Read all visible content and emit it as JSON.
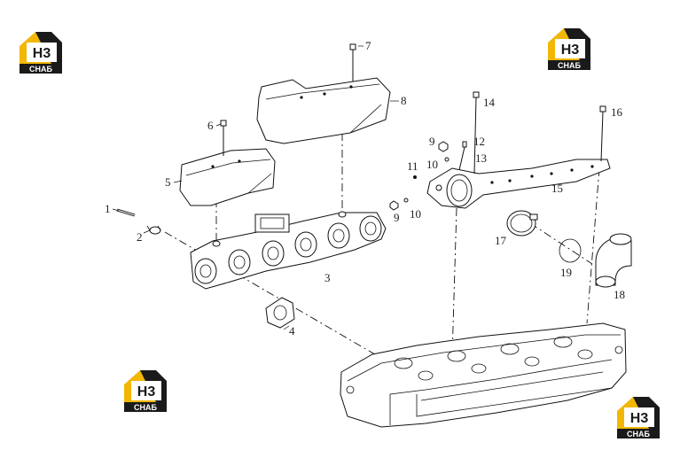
{
  "logo": {
    "text_top": "H3",
    "text_bottom": "CHAБ",
    "colors": {
      "gold": "#f2b705",
      "dark": "#1a1a1a",
      "white": "#ffffff"
    }
  },
  "callouts": [
    "1",
    "2",
    "3",
    "4",
    "5",
    "6",
    "7",
    "8",
    "9",
    "10",
    "11",
    "12",
    "13",
    "14",
    "15",
    "16",
    "17",
    "18",
    "19",
    "9",
    "10"
  ]
}
